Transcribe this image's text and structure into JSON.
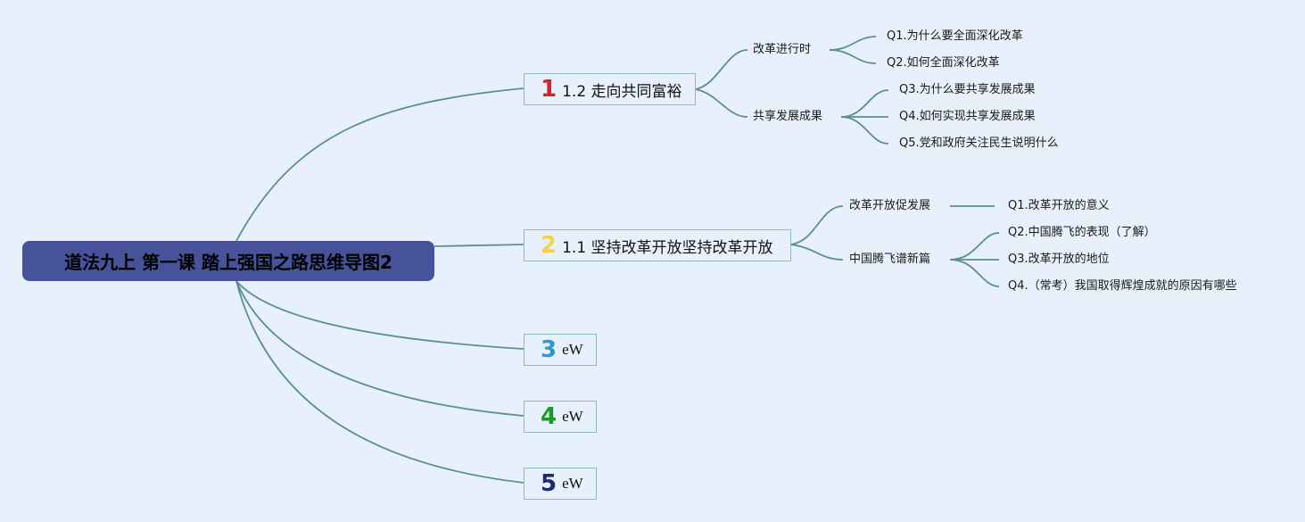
{
  "root": {
    "title": "道法九上 第一课 踏上强国之路思维导图2"
  },
  "branches": [
    {
      "badge": "1",
      "badge_color": "#d8232a",
      "label": "1.2 走向共同富裕",
      "children": [
        {
          "label": "改革进行时",
          "leaves": [
            "Q1.为什么要全面深化改革",
            "Q2.如何全面深化改革"
          ]
        },
        {
          "label": "共享发展成果",
          "leaves": [
            "Q3.为什么要共享发展成果",
            "Q4.如何实现共享发展成果",
            "Q5.党和政府关注民生说明什么"
          ]
        }
      ]
    },
    {
      "badge": "2",
      "badge_color": "#f4d24b",
      "label": "1.1 坚持改革开放坚持改革开放",
      "children": [
        {
          "label": "改革开放促发展",
          "leaves": [
            "Q1.改革开放的意义"
          ]
        },
        {
          "label": "中国腾飞谱新篇",
          "leaves": [
            "Q2.中国腾飞的表现（了解）",
            "Q3.改革开放的地位",
            "Q4.（常考）我国取得辉煌成就的原因有哪些"
          ]
        }
      ]
    },
    {
      "badge": "3",
      "badge_color": "#2a9ad6",
      "label": "eW",
      "children": []
    },
    {
      "badge": "4",
      "badge_color": "#1a9a2a",
      "label": "eW",
      "children": []
    },
    {
      "badge": "5",
      "badge_color": "#1a2a7a",
      "label": "eW",
      "children": []
    }
  ],
  "colors": {
    "background": "#e8f0fc",
    "root_fill": "#46529a",
    "connector": "#5a9090",
    "box_border": "#93b9bf"
  }
}
